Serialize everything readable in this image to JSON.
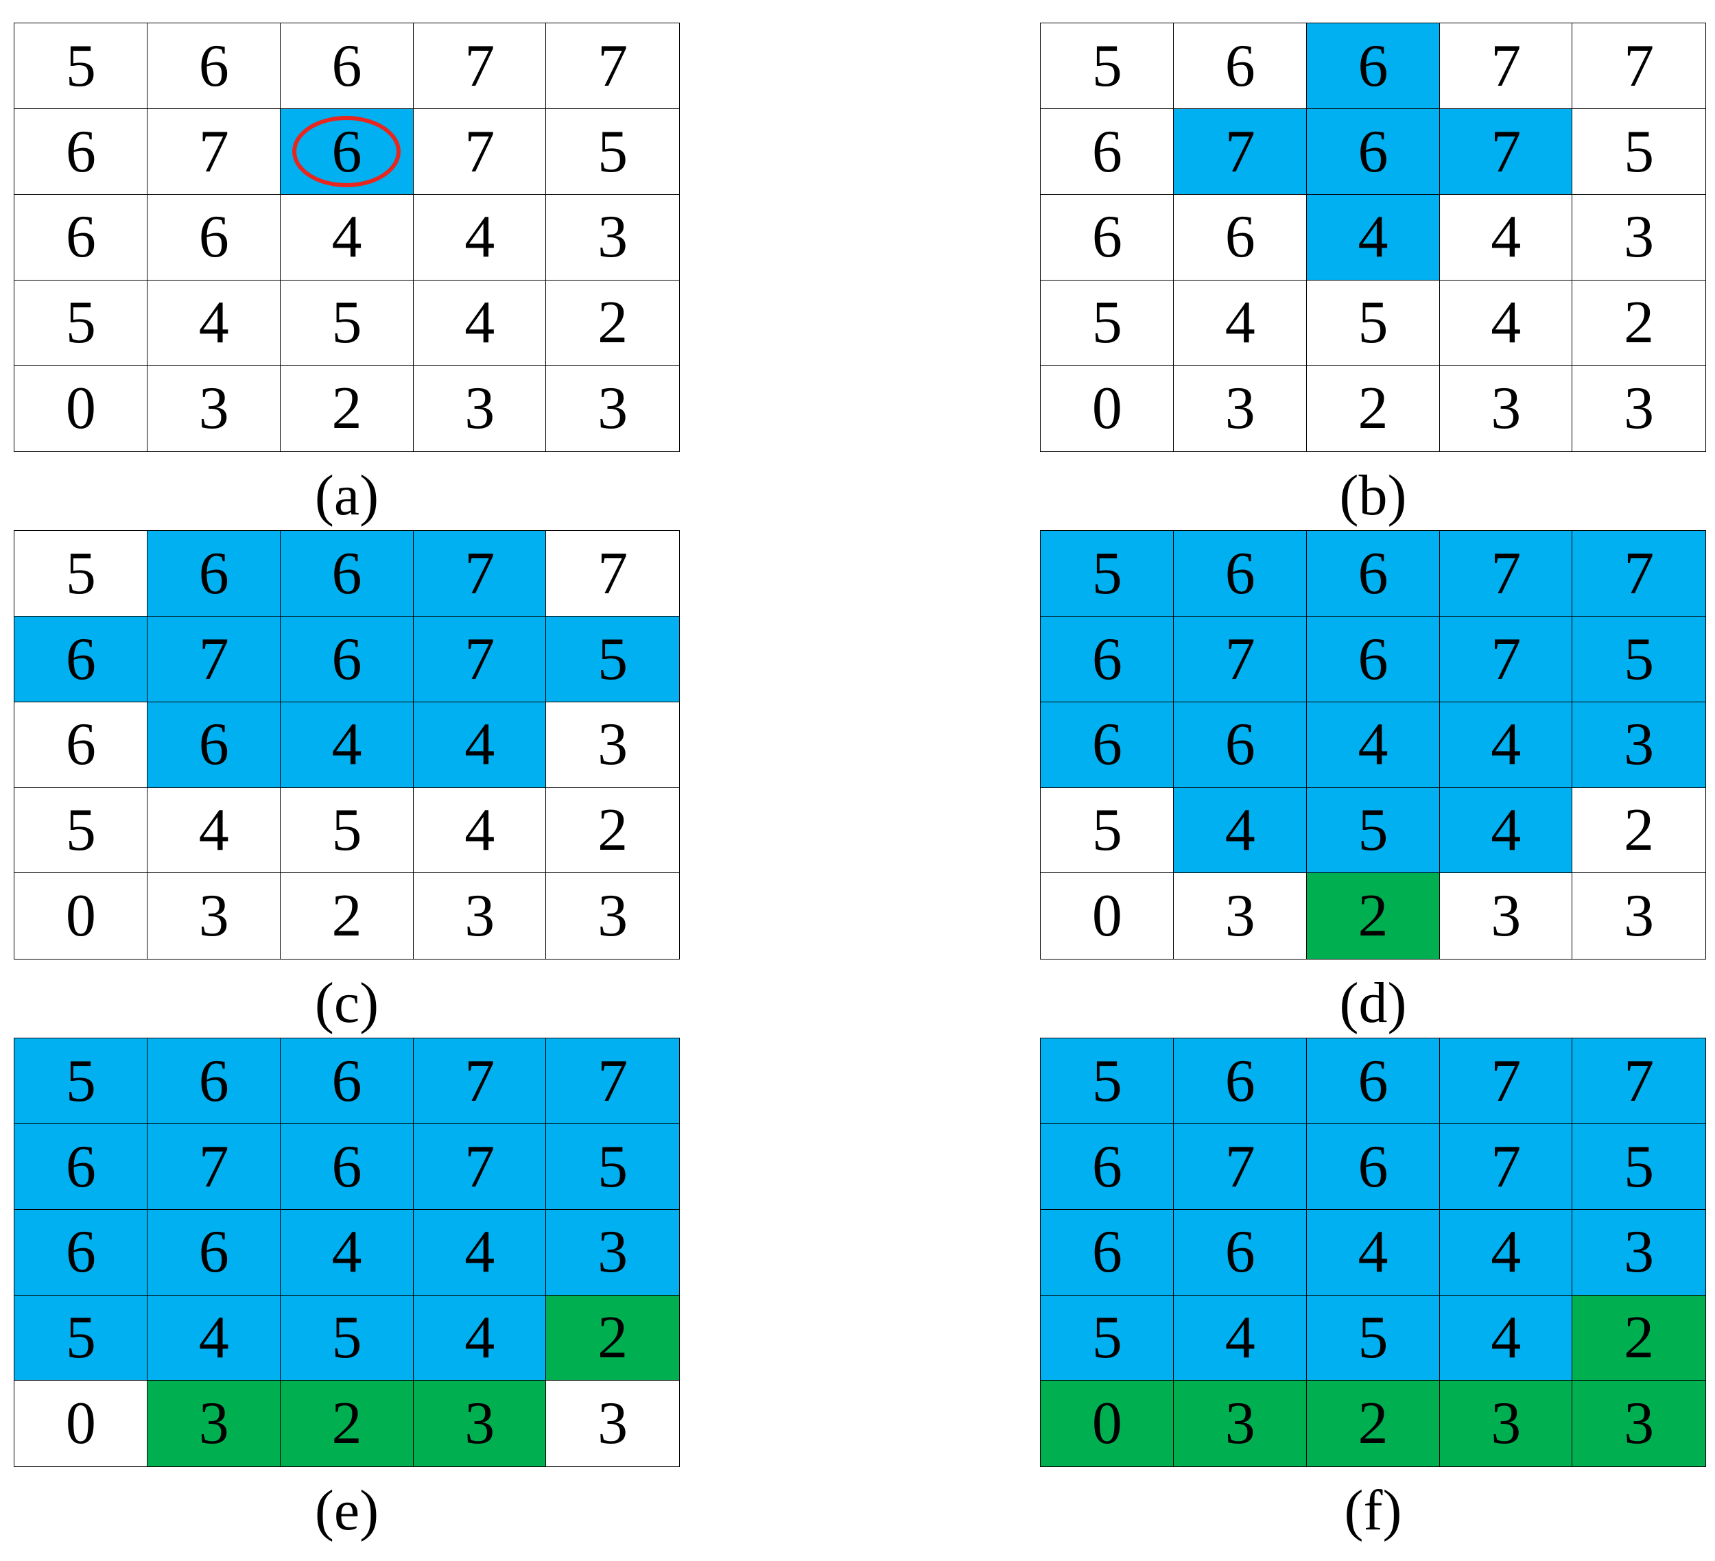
{
  "colors": {
    "w": "#ffffff",
    "b": "#00b0f0",
    "g": "#00b050",
    "marker": "#e8261d"
  },
  "values": [
    [
      5,
      6,
      6,
      7,
      7
    ],
    [
      6,
      7,
      6,
      7,
      5
    ],
    [
      6,
      6,
      4,
      4,
      3
    ],
    [
      5,
      4,
      5,
      4,
      2
    ],
    [
      0,
      3,
      2,
      3,
      3
    ]
  ],
  "panels": [
    {
      "label": "(a)",
      "highlight": [
        "wwwww",
        "wwbww",
        "wwwww",
        "wwwww",
        "wwwww"
      ],
      "marked_cell": {
        "row": 1,
        "col": 2
      }
    },
    {
      "label": "(b)",
      "highlight": [
        "wwbww",
        "wbbbw",
        "wwbww",
        "wwwww",
        "wwwww"
      ]
    },
    {
      "label": "(c)",
      "highlight": [
        "wbbbw",
        "bbbbb",
        "wbbbw",
        "wwwww",
        "wwwww"
      ]
    },
    {
      "label": "(d)",
      "highlight": [
        "bbbbb",
        "bbbbb",
        "bbbbb",
        "wbbbw",
        "wwgww"
      ]
    },
    {
      "label": "(e)",
      "highlight": [
        "bbbbb",
        "bbbbb",
        "bbbbb",
        "bbbbg",
        "wgggw"
      ]
    },
    {
      "label": "(f)",
      "highlight": [
        "bbbbb",
        "bbbbb",
        "bbbbb",
        "bbbbg",
        "ggggg"
      ]
    }
  ]
}
